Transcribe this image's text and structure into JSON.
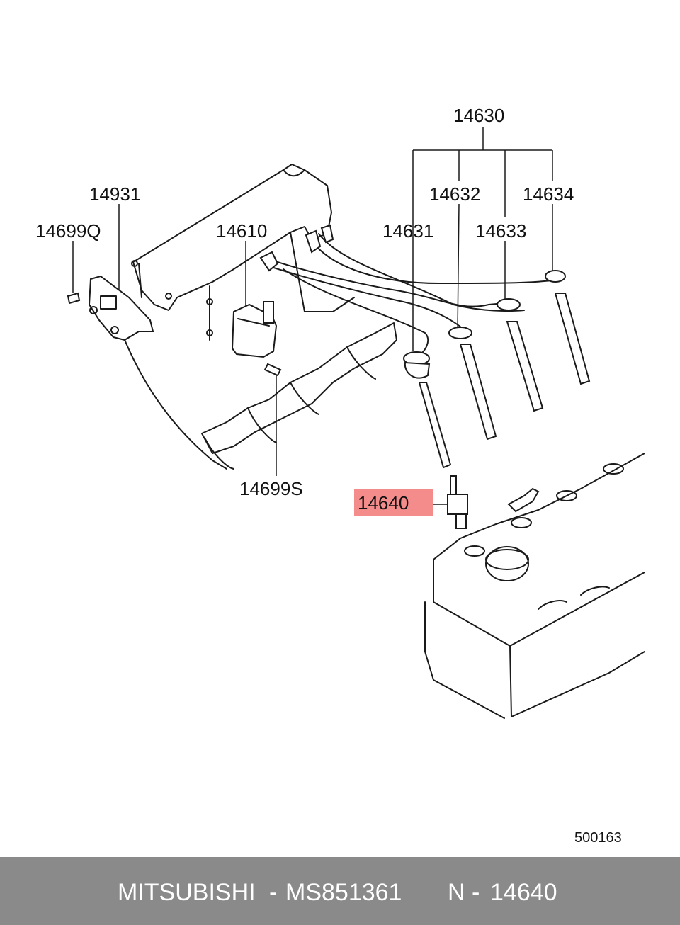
{
  "labels": {
    "l14630": "14630",
    "l14931": "14931",
    "l14632": "14632",
    "l14634": "14634",
    "l14699q": "14699Q",
    "l14610": "14610",
    "l14631": "14631",
    "l14633": "14633",
    "l14699s": "14699S",
    "l14640": "14640"
  },
  "highlight_color": "#f48c8c",
  "reference_code": "500163",
  "footer": {
    "brand": "MITSUBISHI",
    "separator": "-",
    "part_number": "MS851361",
    "position_prefix": "N",
    "position_separator": "-",
    "position_number": "14640",
    "background": "#8a8a8a"
  }
}
